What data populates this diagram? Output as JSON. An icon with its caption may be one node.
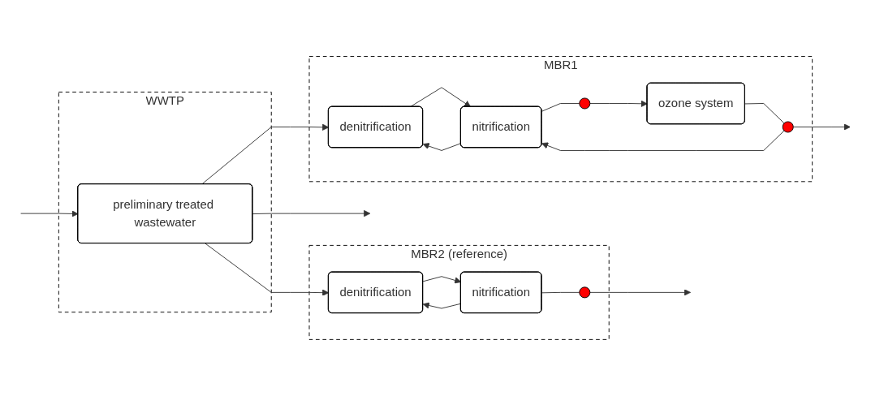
{
  "diagram": {
    "nodes": [
      {
        "text": [
          "WWTP"
        ]
      },
      {
        "text": [
          "preliminary treated wastewater"
        ],
        "in": 0
      },
      {
        "text": [
          "MBR1"
        ]
      },
      {
        "text": [
          "denitrification"
        ],
        "in": 2
      },
      {
        "text": [
          "nitrification"
        ],
        "in": 2
      },
      {
        "text": [],
        "shape": "circle",
        "in": 2
      },
      {
        "text": [
          "ozone system"
        ],
        "in": 2
      },
      {
        "text": [],
        "shape": "circle",
        "in": 2
      },
      {
        "text": [
          "MBR2 (reference)"
        ]
      },
      {
        "text": [
          "denitrification"
        ],
        "in": 8
      },
      {
        "text": [
          "nitrification"
        ],
        "in": 8
      },
      {
        "text": [],
        "shape": "circle",
        "in": 8
      }
    ],
    "edges": [
      {
        "from": null,
        "to": 1,
        "arrow": "to"
      },
      {
        "from": 1,
        "to": null,
        "arrow": "to"
      },
      {
        "from": 1,
        "to": 3,
        "arrow": "to"
      },
      {
        "from": 1,
        "to": 9,
        "arrow": "to"
      },
      {
        "from": 3,
        "to": 4,
        "arrow": "to"
      },
      {
        "from": 4,
        "to": 3,
        "arrow": "to"
      },
      {
        "from": 4,
        "to": 5,
        "arrow": "none"
      },
      {
        "from": 5,
        "to": 6,
        "arrow": "to"
      },
      {
        "from": 6,
        "to": 7,
        "arrow": "none"
      },
      {
        "from": 7,
        "to": null,
        "arrow": "to"
      },
      {
        "from": 7,
        "to": 4,
        "arrow": "to"
      },
      {
        "from": 9,
        "to": 10,
        "arrow": "to"
      },
      {
        "from": 10,
        "to": 9,
        "arrow": "to"
      },
      {
        "from": 10,
        "to": 11,
        "arrow": "none"
      },
      {
        "from": 11,
        "to": null,
        "arrow": "to"
      }
    ]
  }
}
